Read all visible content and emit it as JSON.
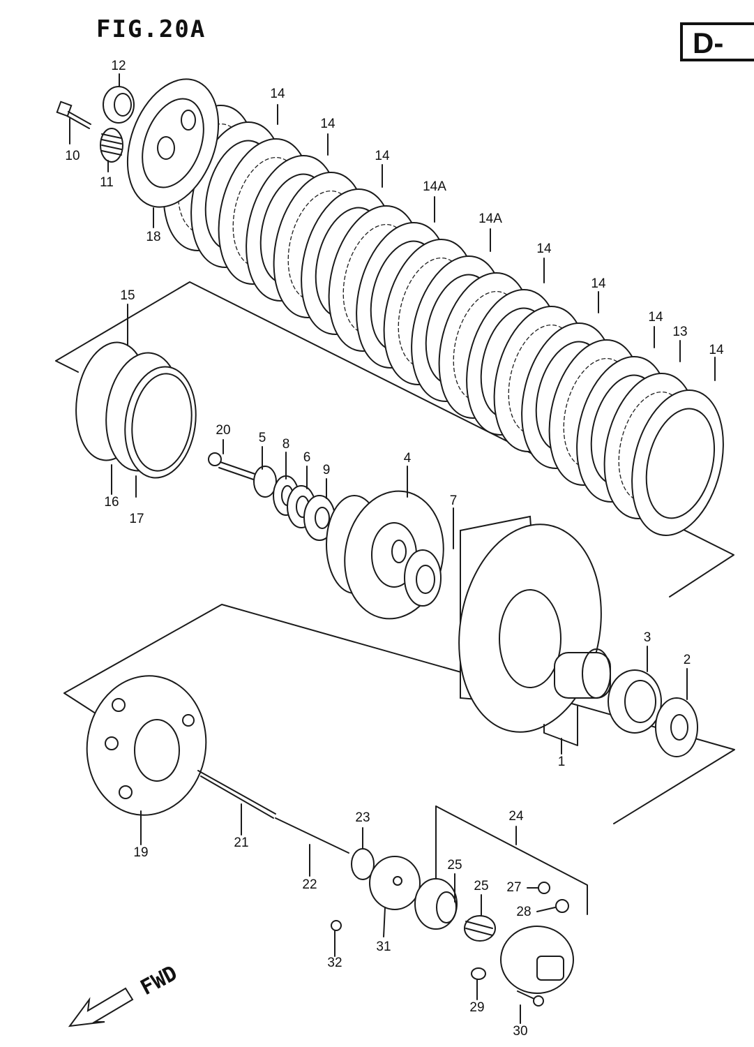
{
  "figure": {
    "title": "FIG.20A",
    "section": "D-"
  },
  "fwd_label": "FWD",
  "callouts": {
    "c1": "1",
    "c2": "2",
    "c3": "3",
    "c4": "4",
    "c5": "5",
    "c6": "6",
    "c7": "7",
    "c8": "8",
    "c9": "9",
    "c10": "10",
    "c11": "11",
    "c12": "12",
    "c13": "13",
    "c14a": "14",
    "c14b": "14",
    "c14c": "14",
    "c14d": "14",
    "c14e": "14",
    "c14f": "14",
    "c14g": "14",
    "c14A1": "14A",
    "c14A2": "14A",
    "c15": "15",
    "c16": "16",
    "c17": "17",
    "c18": "18",
    "c19": "19",
    "c20": "20",
    "c21": "21",
    "c22": "22",
    "c23": "23",
    "c24": "24",
    "c25a": "25",
    "c25b": "25",
    "c27": "27",
    "c28": "28",
    "c29": "29",
    "c30": "30",
    "c31": "31",
    "c32": "32"
  }
}
